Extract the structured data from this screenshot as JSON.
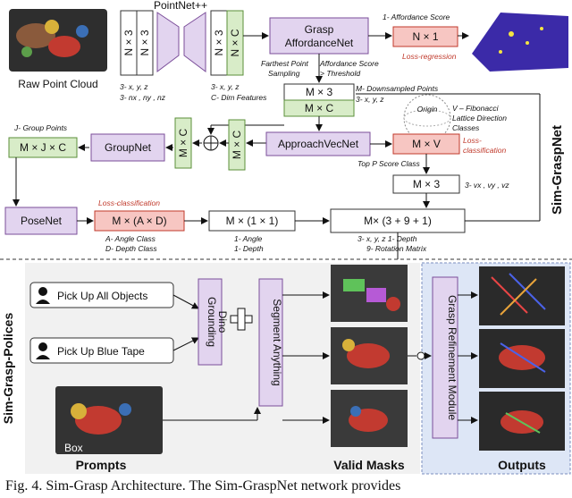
{
  "colors": {
    "purple_fill": "#e2d4ef",
    "purple_stroke": "#7b4e9a",
    "green_fill": "#d8ecc8",
    "green_stroke": "#5b8f3a",
    "red_fill": "#f7c6c2",
    "red_stroke": "#c0392b",
    "blue_panel": "#dde6f6",
    "gray_panel": "#f1f1f1"
  },
  "top": {
    "pointnet_label": "PointNet++",
    "raw_point_cloud": "Raw Point Cloud",
    "input_box_1": "N × 3",
    "input_box_2": "N × 3",
    "input_notes_1": "3- x, y, z",
    "input_notes_2": "3- nx , ny , nz",
    "feat_box_top": "N × 3",
    "feat_box_bottom": "N × C",
    "feat_notes_1": "3- x, y, z",
    "feat_notes_2": "C- Dim Features",
    "grasp_aff_line1": "Grasp",
    "grasp_aff_line2": "AffordanceNet",
    "aff_score_label": "1- Affordance Score",
    "aff_box": "N × 1",
    "loss_regression": "Loss-regression",
    "fps_line1": "Farthest Point",
    "fps_line2": "Sampling",
    "aff_thresh_line1": "Affordance Score",
    "aff_thresh_line2": "> Threshold",
    "m3_box": "M × 3",
    "mc_box": "M × C",
    "m_down_1": "M- Downsampled Points",
    "m_down_2": "3- x, y, z",
    "v_label_1": "V – Fibonacci",
    "v_label_2": "Lattice Direction",
    "v_label_3": "Classes",
    "origin": "Origin",
    "j_group": "J- Group Points",
    "mjc_box": "M × J × C",
    "groupnet": "GroupNet",
    "mc_v1": "M × C",
    "mc_v2": "M × C",
    "approach": "ApproachVecNet",
    "mv_box": "M × V",
    "loss_class_1": "Loss-",
    "loss_class_2": "classification",
    "topp": "Top P Score Class",
    "m3b_box": "M × 3",
    "vxyz": "3- vx , vy , vz",
    "side_title": "Sim-GraspNet",
    "posenet": "PoseNet",
    "loss_classification": "Loss-classification",
    "mad_box": "M × (A × D)",
    "a_angle": "A- Angle Class",
    "d_depth": "D- Depth Class",
    "m11_box": "M × (1 × 1)",
    "one_angle": "1- Angle",
    "one_depth": "1- Depth",
    "final_box": "M× (3 + 9 + 1)",
    "final_notes_1": "3- x, y, z  1- Depth",
    "final_notes_2": "9- Rotation Matrix"
  },
  "bottom": {
    "side_title": "Sim-Grasp-Polices",
    "prompt1": "Pick Up All Objects",
    "prompt2": "Pick Up Blue Tape",
    "grounding_1": "Grounding",
    "grounding_2": "Dino",
    "segment": "Segment Anything",
    "refine": "Grasp Refinement Module",
    "box_label": "Box",
    "prompts": "Prompts",
    "valid_masks": "Valid Masks",
    "outputs": "Outputs"
  },
  "caption": "Fig. 4.    Sim-Grasp Architecture. The Sim-GraspNet network provides"
}
